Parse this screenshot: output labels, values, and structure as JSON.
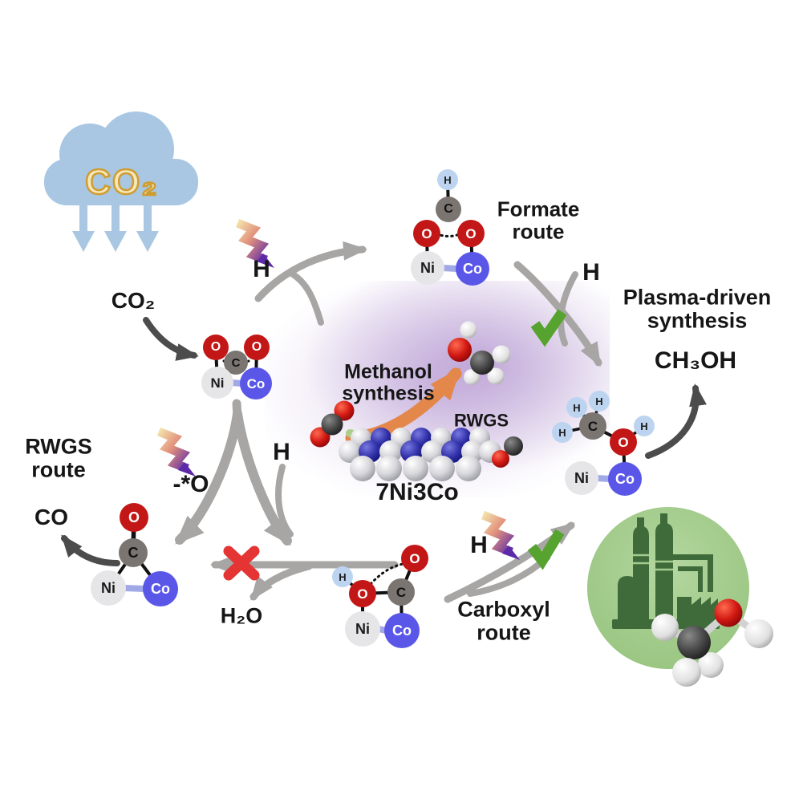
{
  "labels": {
    "cloud_co2": "CO₂",
    "co2_feed": "CO₂",
    "h_step_formate": "H",
    "h_step_split": "H",
    "h_step_methoxy": "H",
    "h_step_carboxyl": "H",
    "minus_o": "-*O",
    "h2o": "H₂O",
    "co": "CO",
    "ch3oh": "CH₃OH",
    "catalyst": "7Ni3Co",
    "rwgs": "RWGS",
    "formate_route": {
      "line1": "Formate",
      "line2": "route"
    },
    "rwgs_route": {
      "line1": "RWGS",
      "line2": "route"
    },
    "carboxyl_route": {
      "line1": "Carboxyl",
      "line2": "route"
    },
    "plasma_synthesis": {
      "line1": "Plasma-driven",
      "line2": "synthesis"
    },
    "methanol_synthesis": {
      "line1": "Methanol",
      "line2": "synthesis"
    }
  },
  "molecules": {
    "adsorbed_co2": {
      "atoms": {
        "o1": "O",
        "c": "C",
        "o2": "O",
        "ni": "Ni",
        "co": "Co"
      }
    },
    "formate": {
      "atoms": {
        "h": "H",
        "c": "C",
        "o1": "O",
        "o2": "O",
        "ni": "Ni",
        "co": "Co"
      }
    },
    "methoxy_h": {
      "atoms": {
        "h1": "H",
        "h2": "H",
        "h3": "H",
        "h4": "H",
        "c": "C",
        "o": "O",
        "ni": "Ni",
        "co": "Co"
      }
    },
    "rwgs_co": {
      "atoms": {
        "o": "O",
        "c": "C",
        "ni": "Ni",
        "co": "Co"
      }
    },
    "carboxyl": {
      "atoms": {
        "h": "H",
        "o1": "O",
        "c": "C",
        "o2": "O",
        "ni": "Ni",
        "co": "Co"
      }
    }
  },
  "icons": {
    "co2_cloud": "cloud",
    "plasma_bolt": "lightning-zigzag",
    "check": "✓",
    "cross": "✕",
    "factory": "chemical-plant",
    "catalyst_cluster": "metal-nanoparticle",
    "methanol_3d": "ball-and-stick-methanol",
    "co2_3d": "space-filling-co2",
    "co_3d": "space-filling-co"
  },
  "colors": {
    "oxygen": "#c31616",
    "carbon": "#7b7572",
    "nickel": "#e6e6e8",
    "cobalt": "#5a57e8",
    "hydrogen": "#bdd4f0",
    "cloud_blue": "#a9c7e2",
    "cloud_text": "#f6e6bc",
    "cloud_text_outline": "#cf9d2e",
    "gray_arrow": "#a8a6a4",
    "dark_arrow": "#4c4c4c",
    "orange_arrow": "#e3874a",
    "green_arrow": "#74ad46",
    "check_green": "#57a32f",
    "cross_red": "#e43434",
    "purple_glow": "#b89cd4",
    "green_circle": "#a5cc8e",
    "factory_green": "#3f6b3a"
  }
}
